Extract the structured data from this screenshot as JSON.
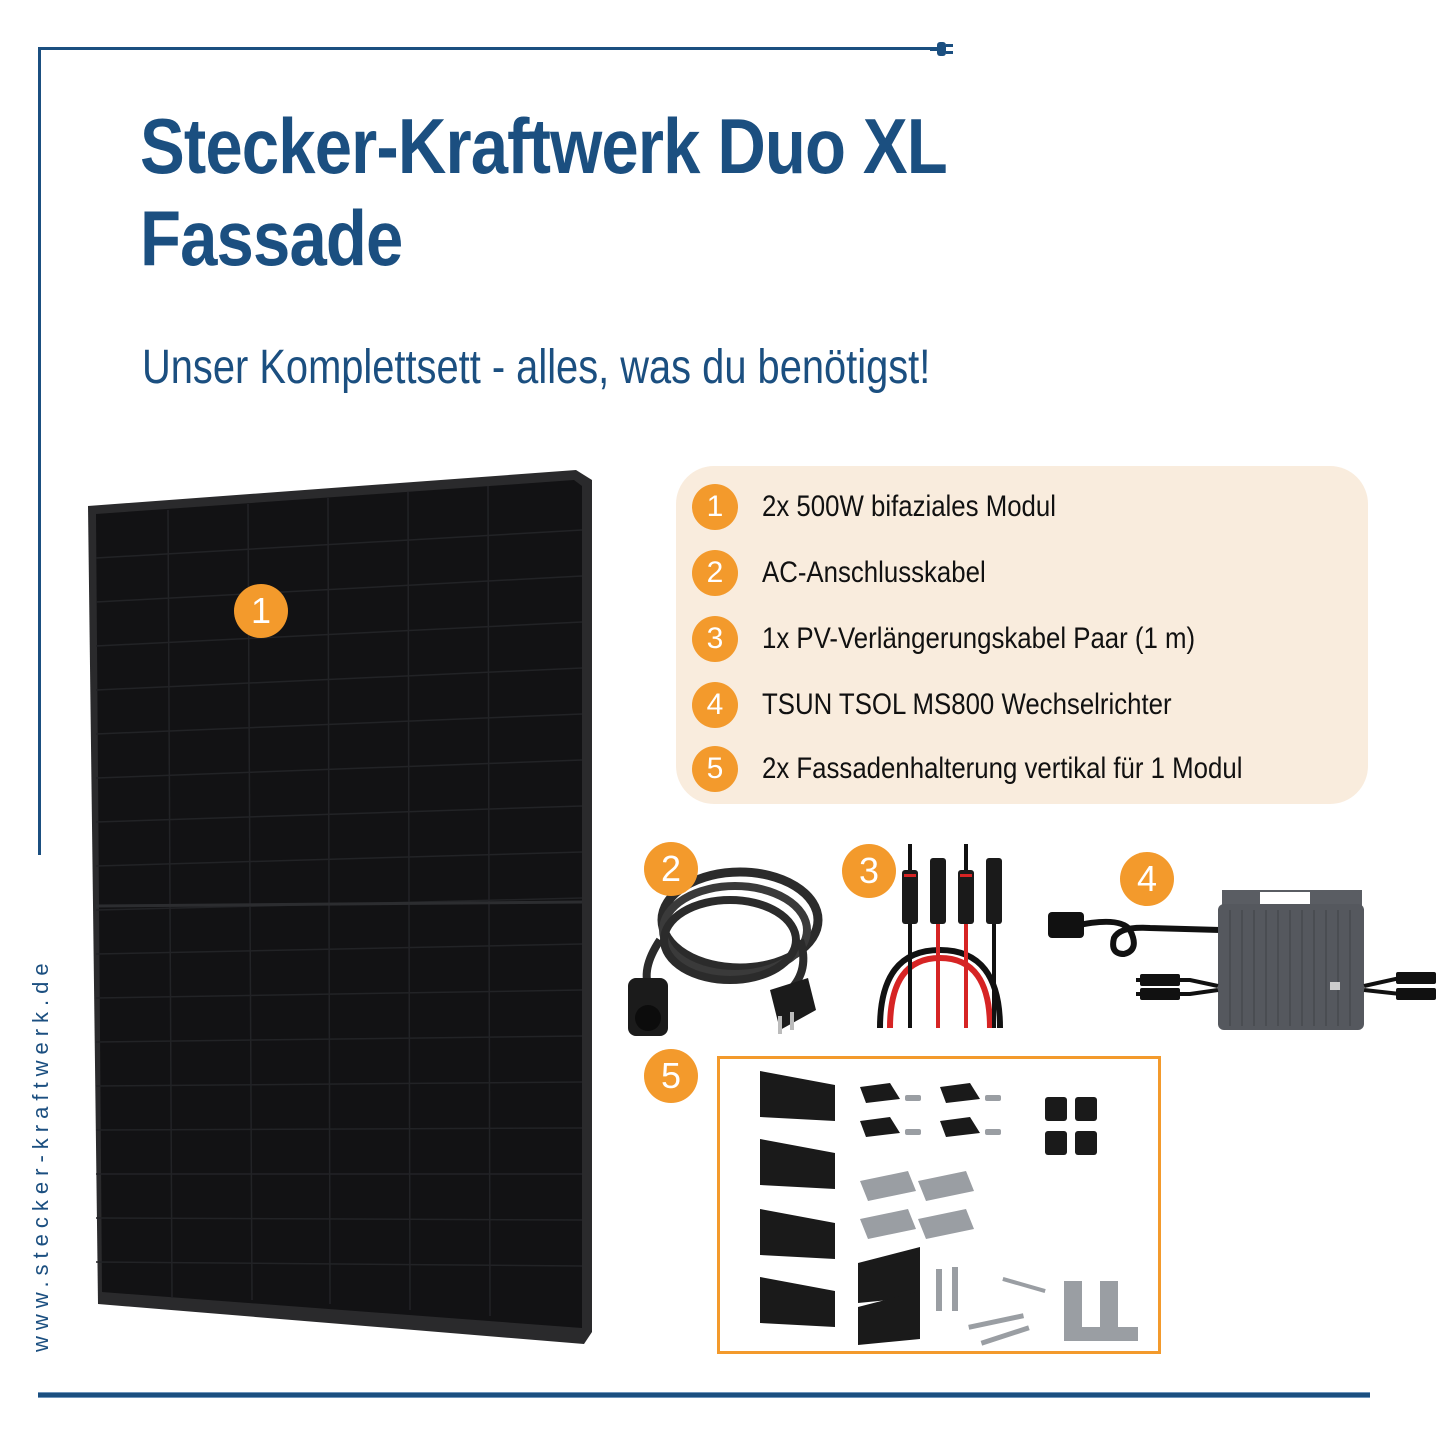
{
  "header": {
    "title_line1": "Stecker-Kraftwerk Duo XL",
    "title_line2": "Fassade",
    "subtitle": "Unser Komplettsett - alles, was du benötigst!"
  },
  "sidebar": {
    "website": "www.stecker-kraftwerk.de"
  },
  "colors": {
    "brand_blue": "#1b4f80",
    "accent_orange": "#f39a2c",
    "list_background": "#f9ecdd"
  },
  "icons": {
    "frame_end": "plug-icon"
  },
  "contents_list": {
    "items": [
      {
        "number": "1",
        "label": "2x 500W bifaziales Modul"
      },
      {
        "number": "2",
        "label": "AC-Anschlusskabel"
      },
      {
        "number": "3",
        "label": "1x PV-Verlängerungskabel Paar (1 m)"
      },
      {
        "number": "4",
        "label": "TSUN TSOL MS800 Wechselrichter"
      },
      {
        "number": "5",
        "label": "2x Fassadenhalterung vertikal für 1 Modul"
      }
    ]
  },
  "product_images": {
    "solar_panel_badge": "1",
    "ac_cable_badge": "2",
    "pv_cable_badge": "3",
    "inverter_badge": "4",
    "mounting_kit_badge": "5"
  }
}
